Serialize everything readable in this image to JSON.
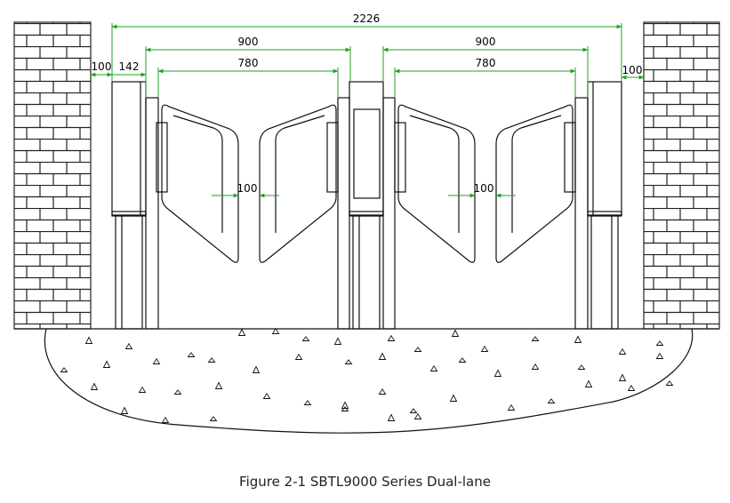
{
  "caption": "Figure 2-1 SBTL9000 Series Dual-lane",
  "dimensions": {
    "overall": "2226",
    "lane_left_outer": "900",
    "lane_left_inner": "780",
    "lane_right_outer": "900",
    "lane_right_inner": "780",
    "wall_gap_left": "100",
    "cabinet_width_left": "142",
    "wall_gap_right": "100",
    "wing_gap_left": "100",
    "wing_gap_right": "100"
  },
  "colors": {
    "line": "#111111",
    "dimension": "#22a022",
    "brick": "#222222"
  }
}
